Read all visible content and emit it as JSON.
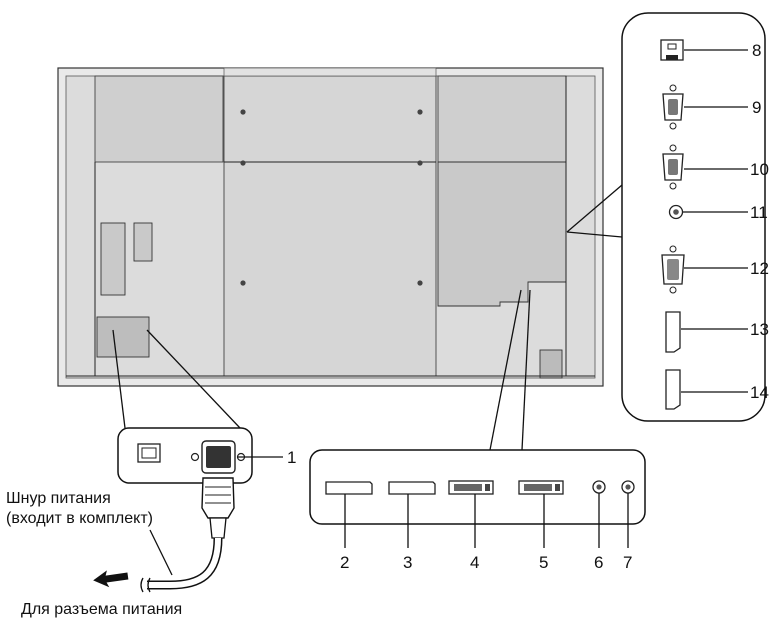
{
  "callouts": {
    "c1": "1",
    "c2": "2",
    "c3": "3",
    "c4": "4",
    "c5": "5",
    "c6": "6",
    "c7": "7",
    "c8": "8",
    "c9": "9",
    "c10": "10",
    "c11": "11",
    "c12": "12",
    "c13": "13",
    "c14": "14"
  },
  "captions": {
    "cord_line1": "Шнур питания",
    "cord_line2": "(входит в комплект)",
    "outlet": "Для разъема питания"
  }
}
